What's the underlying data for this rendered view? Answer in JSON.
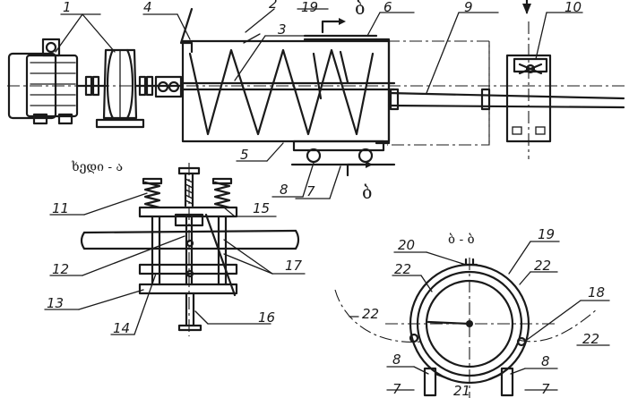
{
  "labels": {
    "l1": "1",
    "l2": "2",
    "l3": "3",
    "l4": "4",
    "l5": "5",
    "l6": "6",
    "l7": "7",
    "l8": "8",
    "l9": "9",
    "l10": "10",
    "l11": "11",
    "l12": "12",
    "l13": "13",
    "l14": "14",
    "l15": "15",
    "l16": "16",
    "l17": "17",
    "l18": "18",
    "l19": "19",
    "l20": "20",
    "l21": "21",
    "l22": "22"
  },
  "section_marks": {
    "top": "ბ",
    "bottom": "ბ",
    "view_title": "ხედი - ა",
    "section_title": "ბ - ბ"
  },
  "colors": {
    "ink": "#1a1a1a",
    "paper": "#ffffff"
  }
}
